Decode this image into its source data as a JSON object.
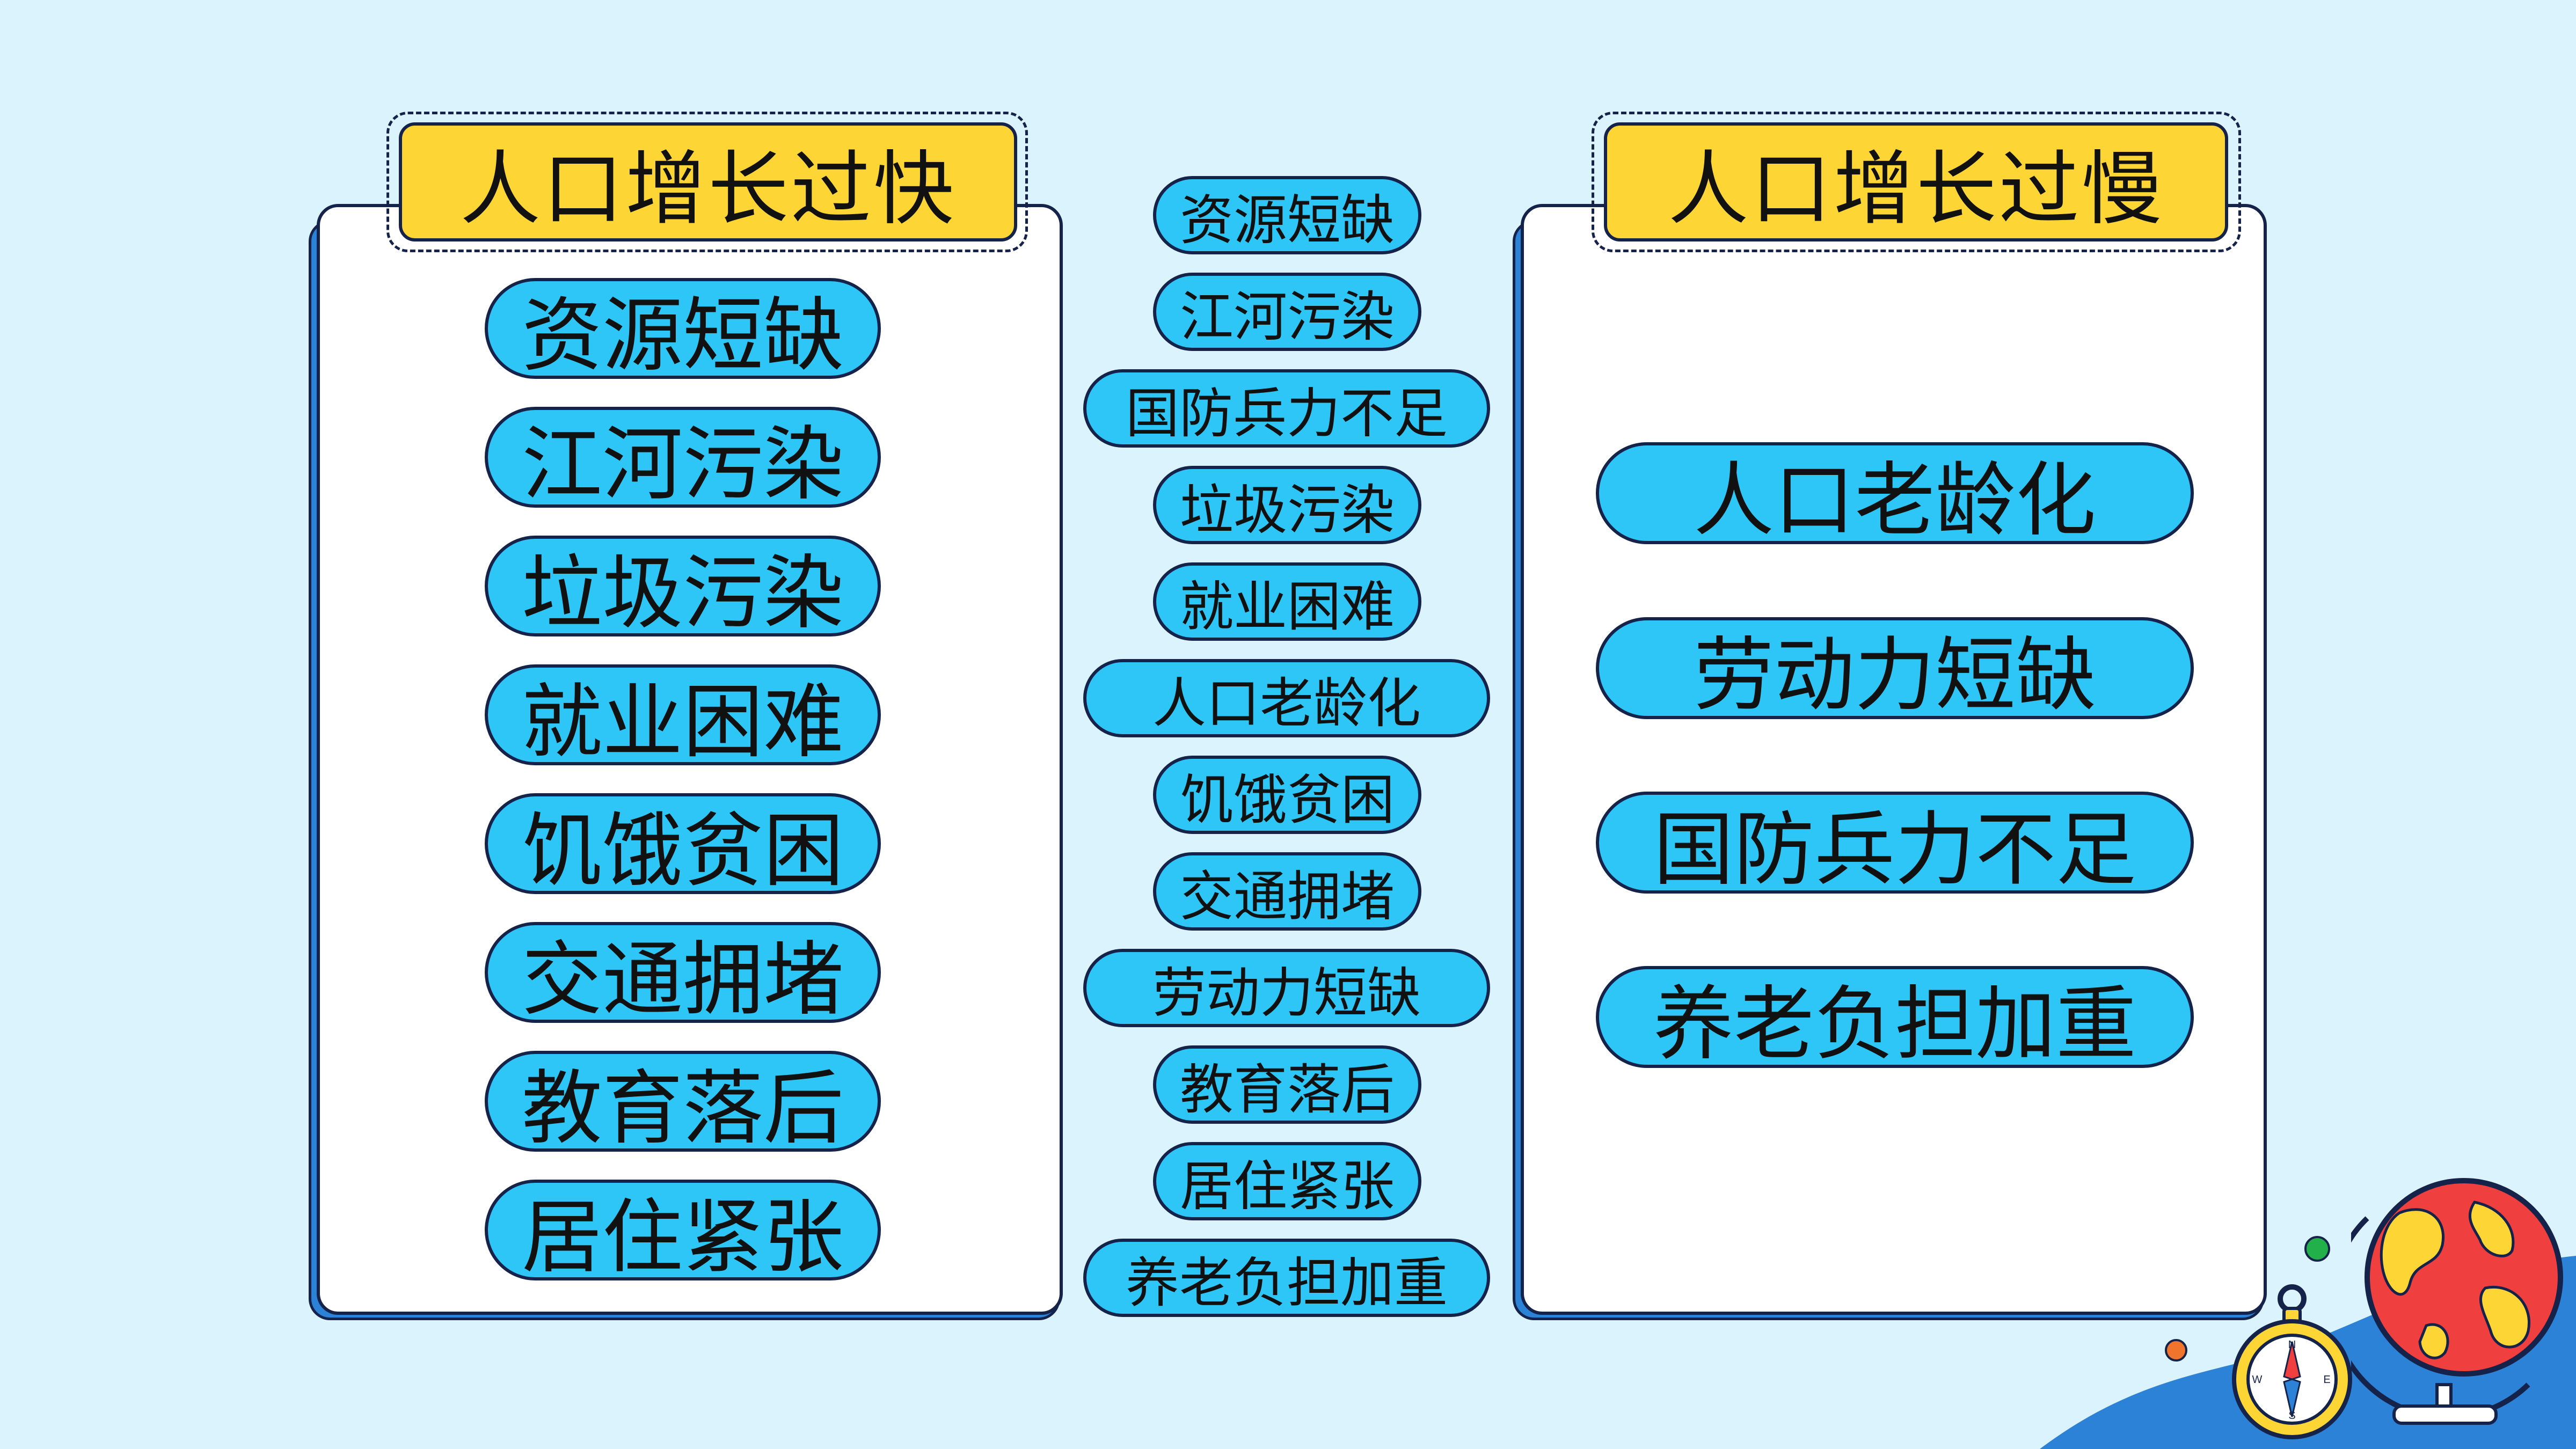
{
  "left_panel": {
    "title": "人口增长过快",
    "items": [
      "资源短缺",
      "江河污染",
      "垃圾污染",
      "就业困难",
      "饥饿贫困",
      "交通拥堵",
      "教育落后",
      "居住紧张"
    ]
  },
  "middle_list": {
    "items": [
      "资源短缺",
      "江河污染",
      "国防兵力不足",
      "垃圾污染",
      "就业困难",
      "人口老龄化",
      "饥饿贫困",
      "交通拥堵",
      "劳动力短缺",
      "教育落后",
      "居住紧张",
      "养老负担加重"
    ]
  },
  "right_panel": {
    "title": "人口增长过慢",
    "items": [
      "人口老龄化",
      "劳动力短缺",
      "国防兵力不足",
      "养老负担加重"
    ]
  },
  "decoration": {
    "icons": [
      "globe-icon",
      "compass-icon"
    ],
    "compass_letters": [
      "N",
      "E",
      "S",
      "W"
    ]
  }
}
